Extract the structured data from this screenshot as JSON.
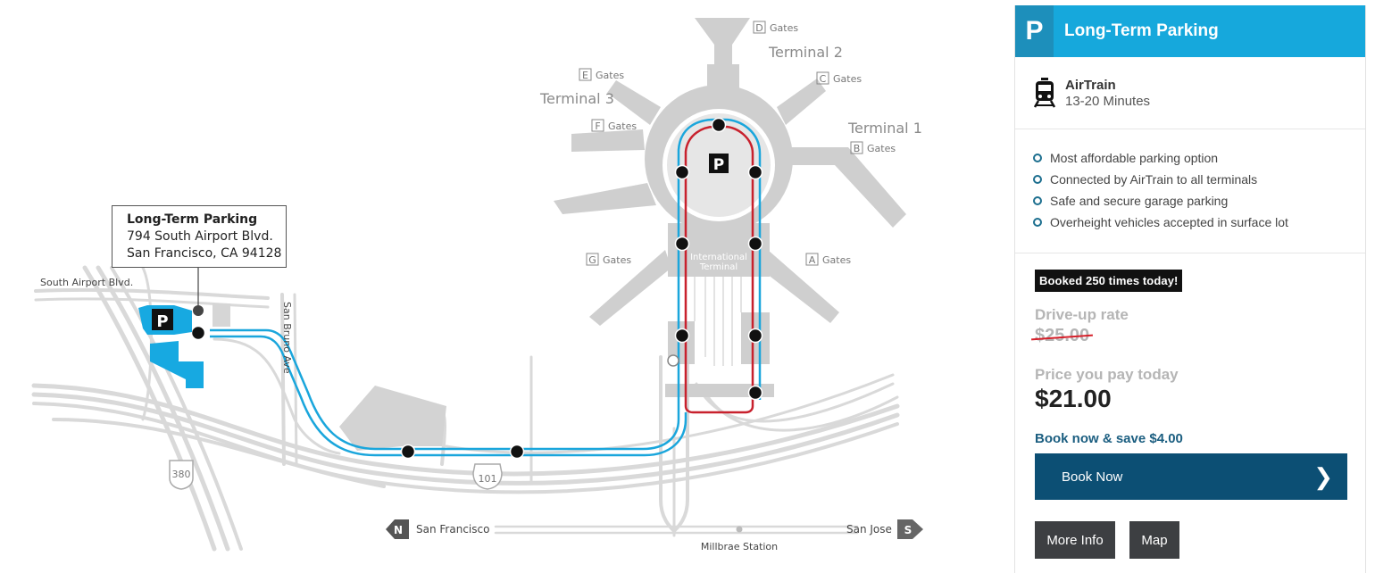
{
  "map": {
    "labels": {
      "d_gates": "Gates",
      "d_letter": "D",
      "e_gates": "Gates",
      "e_letter": "E",
      "c_gates": "Gates",
      "c_letter": "C",
      "f_gates": "Gates",
      "f_letter": "F",
      "b_gates": "Gates",
      "b_letter": "B",
      "g_gates": "Gates",
      "g_letter": "G",
      "a_gates": "Gates",
      "a_letter": "A",
      "terminal1": "Terminal 1",
      "terminal2": "Terminal 2",
      "terminal3": "Terminal 3",
      "international1": "International",
      "international2": "Terminal",
      "south_airport": "South Airport Blvd.",
      "san_bruno": "San Bruno Ave",
      "hwy380": "380",
      "hwy101": "101",
      "north_letter": "N",
      "south_letter": "S",
      "san_francisco": "San Francisco",
      "san_jose": "San Jose",
      "millbrae": "Millbrae Station",
      "parking_p": "P",
      "center_p": "P"
    },
    "callout": {
      "title": "Long-Term Parking",
      "line1": "794 South Airport Blvd.",
      "line2": "San Francisco, CA 94128"
    },
    "colors": {
      "airtrain_blue": "#1aa6dc",
      "airtrain_red": "#c8212d",
      "road": "#d8d8d8",
      "terminal": "#cfcfcf"
    }
  },
  "panel": {
    "icon_letter": "P",
    "title": "Long-Term Parking",
    "transit_icon": "train-icon",
    "transit_name": "AirTrain",
    "transit_time": "13-20 Minutes",
    "features": [
      "Most affordable parking option",
      "Connected by AirTrain to all terminals",
      "Safe and secure garage parking",
      "Overheight vehicles accepted in surface lot"
    ],
    "badge": "Booked 250 times today!",
    "driveup_label": "Drive-up rate",
    "driveup_price": "$25.00",
    "pay_label": "Price you pay today",
    "pay_price": "$21.00",
    "save_text": "Book now & save $4.00",
    "book_button": "Book Now",
    "more_info": "More Info",
    "map_button": "Map"
  }
}
